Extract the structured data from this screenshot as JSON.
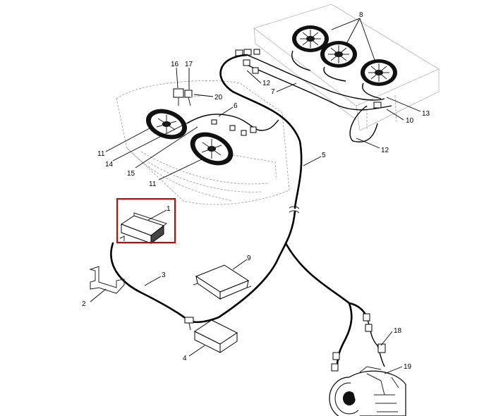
{
  "highlight_color": "#d40000",
  "callouts": {
    "c1": "1",
    "c2": "2",
    "c3": "3",
    "c4": "4",
    "c5": "5",
    "c6": "6",
    "c7": "7",
    "c8": "8",
    "c9": "9",
    "c10": "10",
    "c11a": "11",
    "c11b": "11",
    "c12a": "12",
    "c12b": "12",
    "c13": "13",
    "c14": "14",
    "c15": "15",
    "c16": "16",
    "c17": "17",
    "c18": "18",
    "c19": "19",
    "c20": "20"
  }
}
